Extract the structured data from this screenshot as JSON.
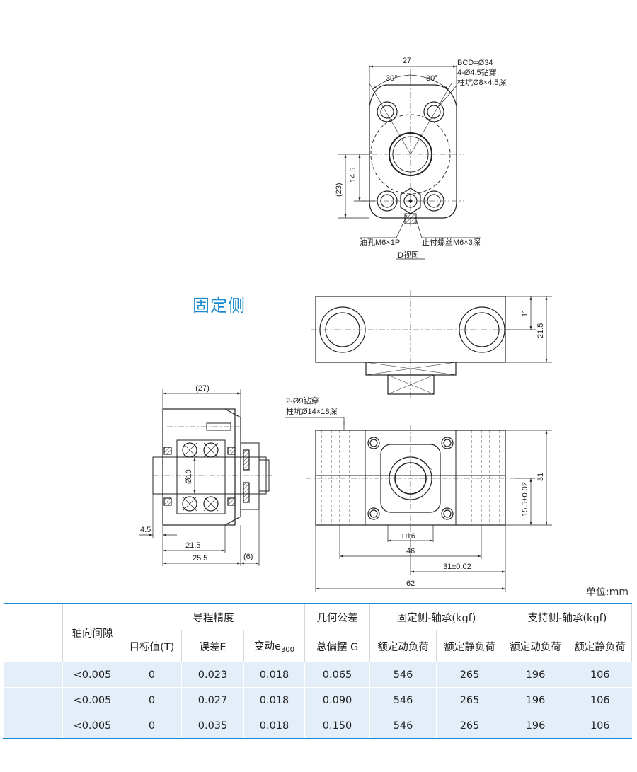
{
  "section_title": "固定侧",
  "unit_label": "单位:mm",
  "top_view": {
    "dim_width": "27",
    "angle_left": "30°",
    "angle_right": "30°",
    "bcd_note": "BCD=Ø34",
    "hole_note": "4-Ø4.5钻穿",
    "cbore_note": "柱坑Ø8×4.5深",
    "dim_14_5": "14.5",
    "dim_23": "(23)",
    "oil_hole": "油孔M6×1P",
    "set_screw": "止付螺丝M6×3深",
    "view_label": "D视图"
  },
  "right_top_view": {
    "dim_11": "11",
    "dim_21_5": "21.5"
  },
  "section_view": {
    "dim_27": "(27)",
    "dim_d10": "Ø10",
    "dim_4_5": "4.5",
    "dim_21_5": "21.5",
    "dim_25_5": "25.5",
    "dim_6": "(6)"
  },
  "front_view": {
    "hole_note": "2-Ø9钻穿",
    "cbore_note": "柱坑Ø14×18深",
    "dim_sq16": "□16",
    "dim_46": "46",
    "dim_31": "31±0.02",
    "dim_62": "62",
    "dim_h31": "31",
    "dim_15_5": "15.5±0.02"
  },
  "table": {
    "header_row1": {
      "axial": "轴向间隙",
      "lead": "导程精度",
      "geom": "几何公差",
      "fixed": "固定侧-轴承(kgf)",
      "support": "支持侧-轴承(kgf)"
    },
    "header_row2": {
      "target": "目标值(T)",
      "error": "误差E",
      "variation": "变动e",
      "variation_sub": "300",
      "runout": "总偏摆 G",
      "fixed_dyn": "额定动负荷",
      "fixed_static": "额定静负荷",
      "support_dyn": "额定动负荷",
      "support_static": "额定静负荷"
    },
    "rows": [
      [
        "<0.005",
        "0",
        "0.023",
        "0.018",
        "0.065",
        "546",
        "265",
        "196",
        "106"
      ],
      [
        "<0.005",
        "0",
        "0.027",
        "0.018",
        "0.090",
        "546",
        "265",
        "196",
        "106"
      ],
      [
        "<0.005",
        "0",
        "0.035",
        "0.018",
        "0.150",
        "546",
        "265",
        "196",
        "106"
      ]
    ]
  }
}
